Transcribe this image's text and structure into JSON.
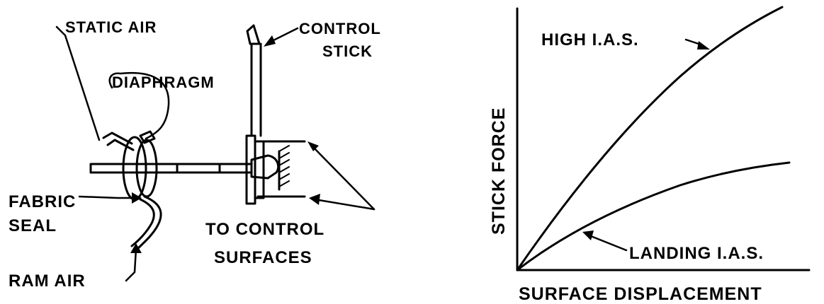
{
  "mechanism": {
    "labels": {
      "static_air": "STATIC AIR",
      "diaphragm": "DIAPHRAGM",
      "control_stick_1": "CONTROL",
      "control_stick_2": "STICK",
      "fabric_seal_1": "FABRIC",
      "fabric_seal_2": "SEAL",
      "ram_air": "RAM AIR",
      "to_control_surfaces_1": "TO CONTROL",
      "to_control_surfaces_2": "SURFACES"
    }
  },
  "graph": {
    "x_axis_label": "SURFACE DISPLACEMENT",
    "y_axis_label": "STICK FORCE",
    "curves": [
      {
        "label": "HIGH I.A.S."
      },
      {
        "label": "LANDING I.A.S."
      }
    ]
  },
  "colors": {
    "ink": "#000000",
    "paper": "#ffffff"
  }
}
